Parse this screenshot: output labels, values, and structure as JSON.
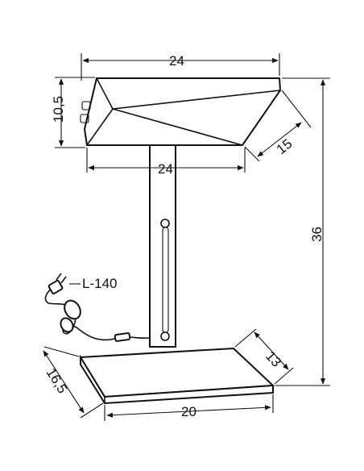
{
  "drawing": {
    "dimensions": {
      "shade_width_top": "24",
      "shade_width_bottom": "24",
      "shade_height": "10,5",
      "shade_depth": "15",
      "total_height": "36",
      "base_depth_right": "13",
      "base_depth_left": "16,5",
      "base_width": "20"
    },
    "cable_label": "L-140"
  }
}
